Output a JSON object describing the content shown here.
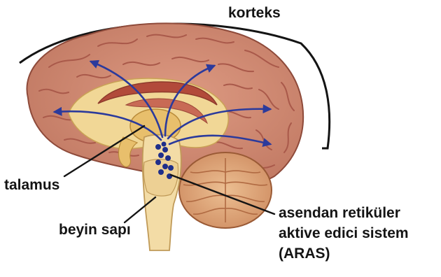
{
  "labels": {
    "cortex": "korteks",
    "thalamus": "talamus",
    "brainstem": "beyin sapı",
    "aras_line1": "asendan retiküler",
    "aras_line2": "aktive edici sistem",
    "aras_line3": "(ARAS)"
  },
  "colors": {
    "cortex": "#cf8a72",
    "cortex_fold": "#a9594a",
    "inner_brain": "#f1d796",
    "thalamus": "#e8bf6c",
    "corpus_callosum": "#b24a3a",
    "brainstem": "#f3dca6",
    "cerebellum": "#e2a77a",
    "pathway_arrows": "#2b3a9c",
    "aras_dots": "#1f2f8a",
    "leader_lines": "#141414",
    "background": "#ffffff"
  }
}
